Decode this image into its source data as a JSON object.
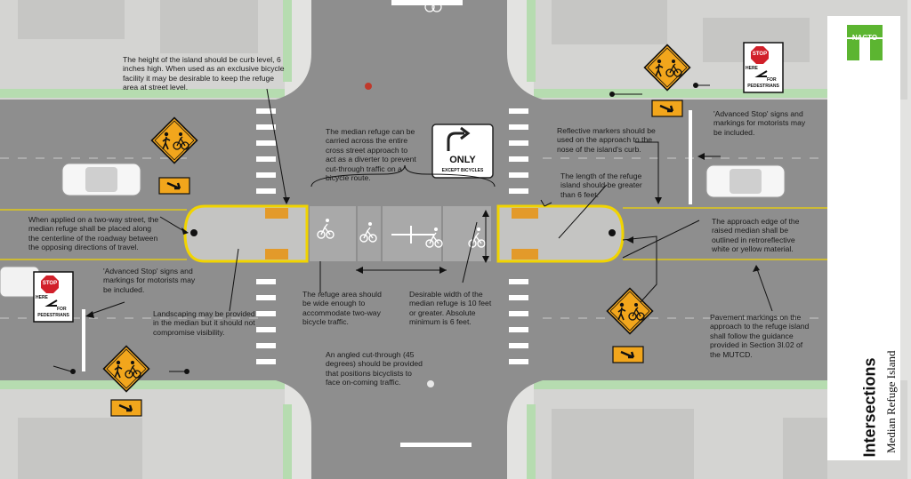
{
  "brand": {
    "logo_text": "NACTO",
    "logo_color": "#5cb531"
  },
  "title": {
    "main": "Intersections",
    "sub": "Median Refuge Island"
  },
  "signs": {
    "only_text": "ONLY",
    "except_text": "EXCEPT BICYCLES",
    "stop_text": "STOP",
    "here_text": "HERE",
    "for_text": "FOR",
    "pedestrians_text": "PEDESTRIANS"
  },
  "colors": {
    "road": "#8e8e8e",
    "sidewalk": "#d8d8d6",
    "grass": "#b6dcb0",
    "island_outline": "#f1d400",
    "warning_sign": "#f2a61c",
    "stop_red": "#d1202a"
  },
  "annotations": [
    {
      "id": "curb-height",
      "text": "The height of the island should be curb level, 6 inches high. When used as an exclusive bicycle facility it may be desirable to keep the refuge area at street level."
    },
    {
      "id": "median-across",
      "text": "The median refuge can be carried across the entire cross street approach to act as a diverter to prevent cut-through traffic on a bicycle route."
    },
    {
      "id": "reflective-markers",
      "text": "Reflective markers should be used on the approach to the nose of the island's curb."
    },
    {
      "id": "advanced-stop-right",
      "text": "'Advanced Stop' signs and markings for motorists may be included."
    },
    {
      "id": "length",
      "text": "The length of the refuge island should be greater than 6 feet."
    },
    {
      "id": "two-way",
      "text": "When applied on a two-way street, the median refuge shall be placed along the centerline of the roadway between the opposing directions of travel."
    },
    {
      "id": "approach-edge",
      "text": "The approach edge of the raised median shall be outlined in retroreflective white or yellow material."
    },
    {
      "id": "advanced-stop-left",
      "text": "'Advanced Stop' signs and markings for motorists may be included."
    },
    {
      "id": "refuge-wide",
      "text": "The refuge area should be wide enough to accommodate two-way bicycle traffic."
    },
    {
      "id": "desirable-width",
      "text": "Desirable width of the median refuge is 10 feet or greater. Absolute minimum is 6 feet."
    },
    {
      "id": "landscaping",
      "text": "Landscaping may be provided in the median but it should not compromise visibility."
    },
    {
      "id": "pavement-markings",
      "text": "Pavement markings on the approach to the refuge island shall follow the guidance provided in Section 3I.02 of the MUTCD."
    },
    {
      "id": "angled-cut",
      "text": "An angled cut-through (45 degrees) should be provided that positions bicyclists to face on-coming traffic."
    }
  ]
}
